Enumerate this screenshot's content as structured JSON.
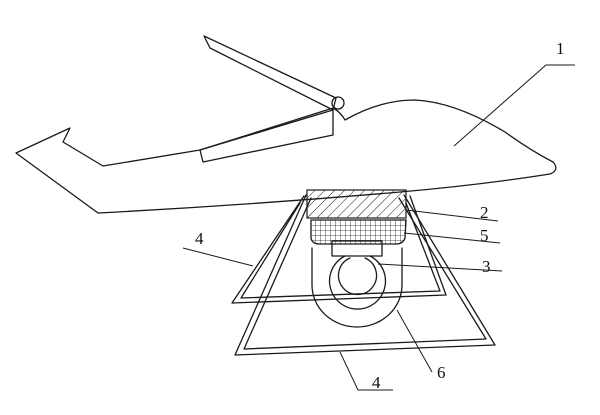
{
  "figure": {
    "labels": {
      "one": "1",
      "two": "2",
      "three": "3",
      "four_upper": "4",
      "four_lower": "4",
      "five": "5",
      "six": "6"
    },
    "colors": {
      "stroke": "#1a1a1a",
      "background": "#ffffff"
    }
  }
}
